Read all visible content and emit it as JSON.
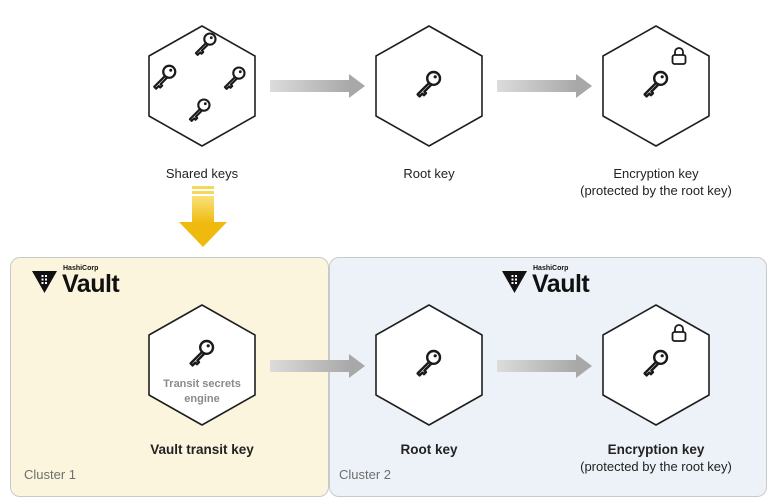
{
  "top_row": {
    "shared_keys": "Shared keys",
    "root_key": "Root key",
    "encryption_key": "Encryption key",
    "encryption_key_note": "(protected by the root key)"
  },
  "cluster1": {
    "brand": "HashiCorp",
    "product": "Vault",
    "engine_line1": "Transit secrets",
    "engine_line2": "engine",
    "key_label": "Vault transit key",
    "cluster_label": "Cluster 1"
  },
  "cluster2": {
    "brand": "HashiCorp",
    "product": "Vault",
    "root_key": "Root key",
    "encryption_key": "Encryption key",
    "encryption_key_note": "(protected by the root key)",
    "cluster_label": "Cluster 2"
  },
  "colors": {
    "cluster1_bg": "#fbf5dd",
    "cluster2_bg": "#edf2f9",
    "down_arrow": "#f3c623",
    "flow_arrow": "#b0b0b0"
  }
}
